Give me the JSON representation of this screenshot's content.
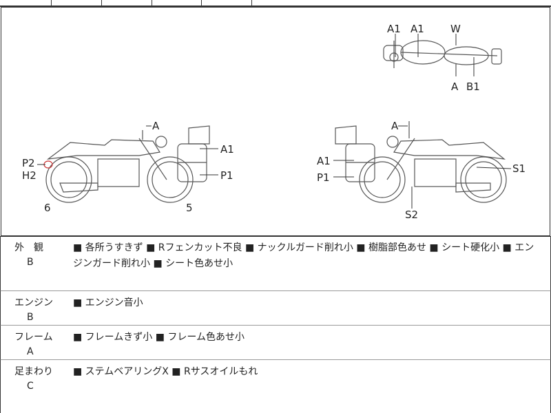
{
  "diagram": {
    "labels": {
      "top_a1_left": "A1",
      "top_a1_right": "A1",
      "top_w": "W",
      "top_a": "A",
      "top_b1": "B1",
      "left_a": "A",
      "left_a1": "A1",
      "left_p1": "P1",
      "left_p2": "P2",
      "left_h2": "H2",
      "left_6": "6",
      "left_5": "5",
      "right_a": "A",
      "right_a1": "A1",
      "right_p1": "P1",
      "right_s1": "S1",
      "right_s2": "S2"
    }
  },
  "rows": [
    {
      "heading": "外　観",
      "grade": "B",
      "text": "■ 各所うすきず ■ Rフェンカット不良 ■ ナックルガード削れ小 ■ 樹脂部色あせ ■ シート硬化小 ■ エンジンガード削れ小 ■ シート色あせ小"
    },
    {
      "heading": "エンジン",
      "grade": "B",
      "text": "■ エンジン音小"
    },
    {
      "heading": "フレーム",
      "grade": "A",
      "text": "■ フレームきず小 ■ フレーム色あせ小"
    },
    {
      "heading": "足まわり",
      "grade": "C",
      "text": "■ ステムベアリングX ■ Rサスオイルもれ"
    }
  ]
}
